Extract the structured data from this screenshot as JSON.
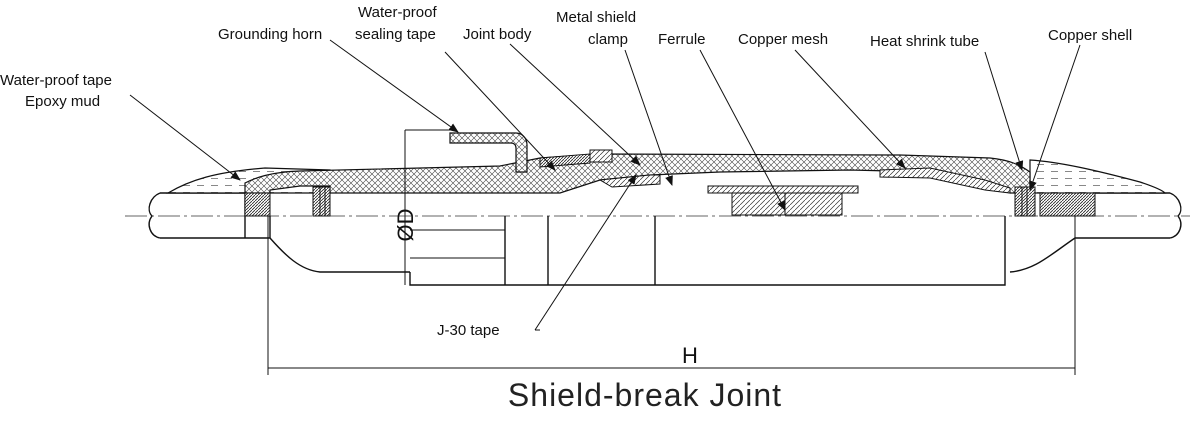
{
  "title": "Shield-break Joint",
  "labels": {
    "waterproof_tape": "Water-proof tape",
    "epoxy_mud": "Epoxy mud",
    "grounding_horn": "Grounding horn",
    "waterproof_sealing_tape_1": "Water-proof",
    "waterproof_sealing_tape_2": "sealing tape",
    "joint_body": "Joint body",
    "metal_shield_clamp_1": "Metal shield",
    "metal_shield_clamp_2": "clamp",
    "ferrule": "Ferrule",
    "copper_mesh": "Copper mesh",
    "heat_shrink_tube": "Heat shrink tube",
    "copper_shell": "Copper shell",
    "j30_tape": "J-30 tape"
  },
  "dimensions": {
    "diameter": "ØD",
    "length": "H"
  }
}
